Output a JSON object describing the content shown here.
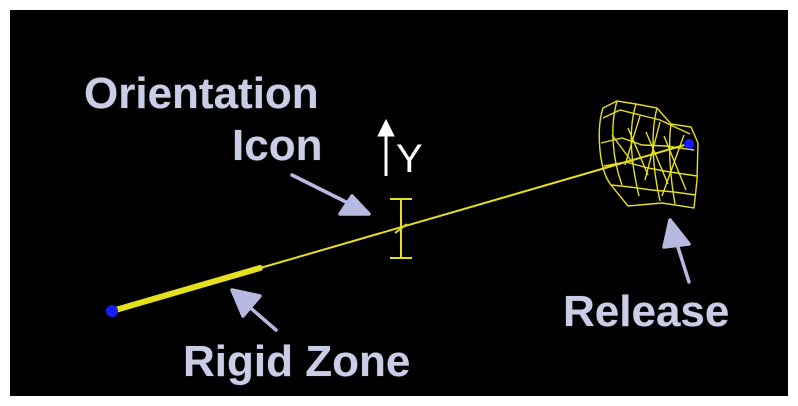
{
  "labels": {
    "orientation_line1": "Orientation",
    "orientation_line2": "Icon",
    "axis": "Y",
    "release": "Release",
    "rigid_zone": "Rigid Zone"
  },
  "colors": {
    "background": "#000000",
    "frame": "#ffffff",
    "member_line": "#e5df1e",
    "node": "#1a1aff",
    "callout_label": "#c9cde6",
    "callout_arrow": "#b7b9e0",
    "axis_arrow": "#ffffff"
  },
  "icons": {
    "node_start": "node-dot-icon",
    "node_end": "node-dot-icon",
    "orientation_marker": "i-beam-marker-icon",
    "release_spring": "spring-mesh-icon",
    "axis_arrow": "up-arrow-icon",
    "callout_arrows": "callout-arrow-icon"
  }
}
